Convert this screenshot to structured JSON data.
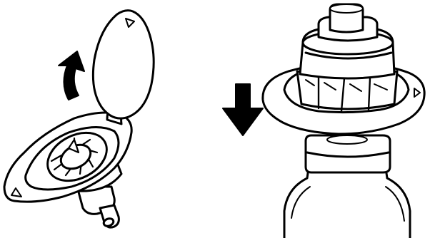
{
  "figure": {
    "left_panel": {
      "step": "open-spike-cap",
      "arrow_icon": "curved-arrow-icon",
      "arrow_direction": "up-and-back"
    },
    "right_panel": {
      "step": "push-spike-onto-bottle",
      "arrow_icon": "down-arrow-icon",
      "arrow_direction": "down"
    }
  },
  "colors": {
    "ink": "#000000",
    "paper": "#ffffff"
  }
}
